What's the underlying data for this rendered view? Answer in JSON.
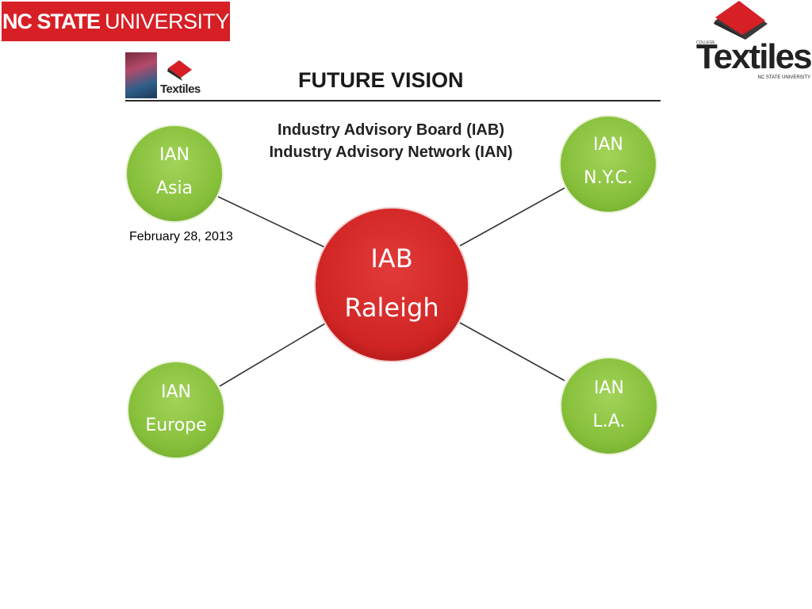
{
  "header": {
    "university_bold": "NC STATE",
    "university_light": "UNIVERSITY",
    "logo": {
      "college_of": "COLLEGE OF",
      "wordmark": "Textiles",
      "subline": "NC STATE UNIVERSITY"
    }
  },
  "slide": {
    "thumbnail_word": "Textiles",
    "title": "FUTURE VISION",
    "subtitle_line1": "Industry Advisory Board (IAB)",
    "subtitle_line2": "Industry Advisory Network (IAN)"
  },
  "diagram": {
    "center": {
      "line1": "IAB",
      "line2": "Raleigh",
      "color": "#d42a2a"
    },
    "nodes": [
      {
        "id": "asia",
        "line1": "IAN",
        "line2": "Asia",
        "color": "#8cc43f"
      },
      {
        "id": "nyc",
        "line1": "IAN",
        "line2": "N.Y.C.",
        "color": "#8cc43f"
      },
      {
        "id": "europe",
        "line1": "IAN",
        "line2": "Europe",
        "color": "#8cc43f"
      },
      {
        "id": "la",
        "line1": "IAN",
        "line2": "L.A.",
        "color": "#8cc43f"
      }
    ]
  },
  "date": "February 28, 2013",
  "colors": {
    "ncsu_red": "#d71f26",
    "node_green": "#8cc43f",
    "center_red": "#d42a2a"
  }
}
